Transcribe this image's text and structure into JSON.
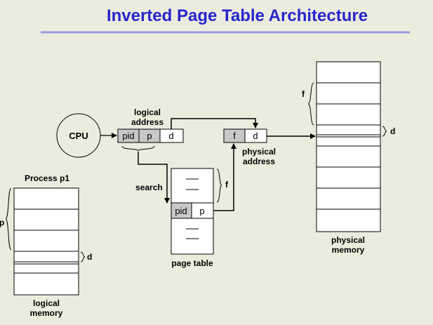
{
  "slide": {
    "title": "Inverted Page Table Architecture"
  },
  "colors": {
    "background": "#ececde",
    "title": "#2626cc",
    "title_rule": "#9a9ae0",
    "shaded_cell": "#c8c8c8",
    "line": "#000000"
  },
  "cpu": {
    "label": "CPU"
  },
  "logical_address": {
    "caption_line1": "logical",
    "caption_line2": "address",
    "fields": [
      "pid",
      "p",
      "d"
    ]
  },
  "physical_address": {
    "caption_line1": "physical",
    "caption_line2": "address",
    "fields": [
      "f",
      "d"
    ]
  },
  "page_table": {
    "caption": "page table",
    "search_label": "search",
    "entry_fields": [
      "pid",
      "p"
    ],
    "brace_label": "f"
  },
  "physical_memory": {
    "caption_line1": "physical",
    "caption_line2": "memory",
    "frame_brace_label": "f",
    "offset_brace_label": "d"
  },
  "process": {
    "title": "Process p1",
    "page_brace_label": "p",
    "offset_brace_label": "d",
    "caption_line1": "logical",
    "caption_line2": "memory"
  }
}
